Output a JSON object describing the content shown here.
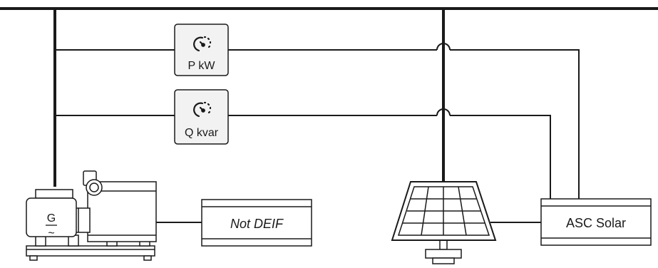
{
  "meters": {
    "power": {
      "label": "P kW",
      "icon": "gauge-icon"
    },
    "reactive": {
      "label": "Q kvar",
      "icon": "gauge-icon"
    }
  },
  "generator": {
    "label": "G",
    "symbol": "~"
  },
  "controllers": {
    "not_deif": {
      "label": "Not DEIF"
    },
    "asc_solar": {
      "label": "ASC Solar"
    }
  },
  "colors": {
    "line": "#1a1a1a",
    "meter_fill": "#f2f2f2",
    "box_fill": "#ffffff"
  }
}
